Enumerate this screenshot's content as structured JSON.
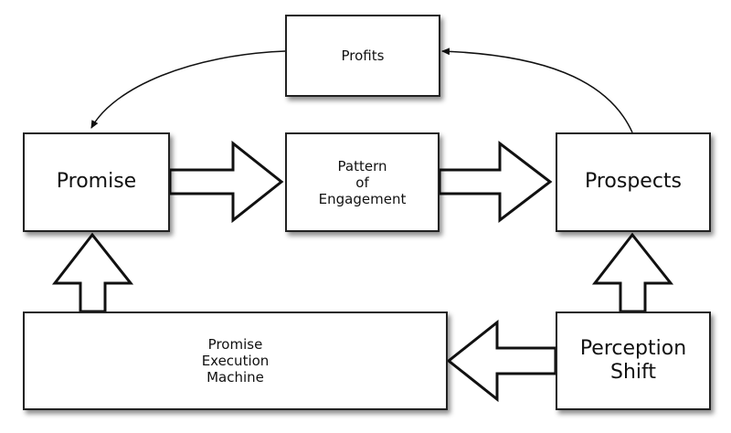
{
  "nodes": {
    "profits": "Profits",
    "promise": "Promise",
    "pattern": [
      "Pattern",
      "of",
      "Engagement"
    ],
    "prospects": "Prospects",
    "machine": [
      "Promise",
      "Execution",
      "Machine"
    ],
    "perception": [
      "Perception",
      "Shift"
    ]
  },
  "colors": {
    "stroke": "#111111",
    "fill": "#ffffff"
  }
}
